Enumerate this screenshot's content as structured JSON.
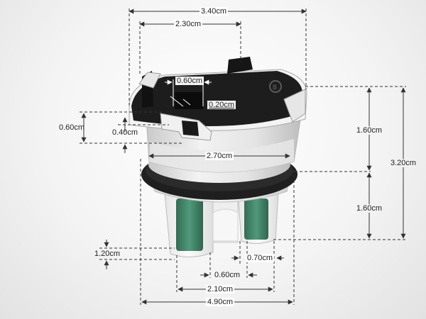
{
  "dimensions": {
    "top_width_outer": "3.40cm",
    "top_width_inner": "2.30cm",
    "tab_width": "0.60cm",
    "slot_width": "0.20cm",
    "notch_height": "0.60cm",
    "notch_depth": "0.40cm",
    "ring_diameter": "2.70cm",
    "upper_height": "1.60cm",
    "lower_height": "1.60cm",
    "total_height": "3.20cm",
    "leg_step": "1.20cm",
    "leg_gap": "0.70cm",
    "leg_width": "0.60cm",
    "leg_span": "2.10cm",
    "base_width": "4.90cm"
  },
  "colors": {
    "dimension_line": "#333333",
    "body_dark": "#1c1c1c",
    "shell_light": "#dcdcdc",
    "seal_ring": "#222222",
    "filter_green": "#2f7a5a"
  },
  "icons": {
    "logo_mark": "circular-brand-logo-icon"
  }
}
